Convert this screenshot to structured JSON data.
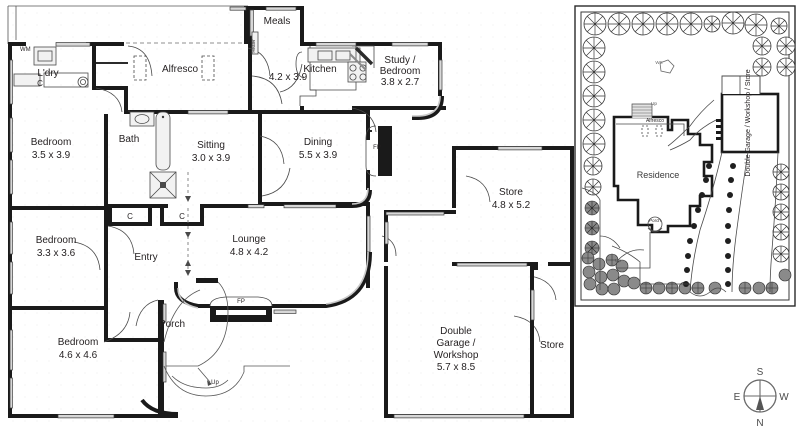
{
  "document": {
    "type": "floor-plan",
    "background": "#ffffff",
    "ink": "#1a1a1a"
  },
  "floorplan": {
    "rooms": [
      {
        "id": "ldry",
        "name": "L'dry",
        "dim": ""
      },
      {
        "id": "alfresco",
        "name": "Alfresco",
        "dim": ""
      },
      {
        "id": "meals",
        "name": "Meals",
        "dim": "4.2 x 3.9"
      },
      {
        "id": "kitchen",
        "name": "Kitchen",
        "dim": ""
      },
      {
        "id": "study",
        "name": "Study /",
        "name2": "Bedroom",
        "dim": "3.8 x 2.7"
      },
      {
        "id": "bedroom1",
        "name": "Bedroom",
        "dim": "3.5 x 3.9"
      },
      {
        "id": "bath",
        "name": "Bath",
        "dim": ""
      },
      {
        "id": "sitting",
        "name": "Sitting",
        "dim": "3.0 x 3.9"
      },
      {
        "id": "dining",
        "name": "Dining",
        "dim": "5.5 x 3.9"
      },
      {
        "id": "bedroom2",
        "name": "Bedroom",
        "dim": "3.3 x 3.6"
      },
      {
        "id": "entry",
        "name": "Entry",
        "dim": ""
      },
      {
        "id": "lounge",
        "name": "Lounge",
        "dim": "4.8 x 4.2"
      },
      {
        "id": "bedroom3",
        "name": "Bedroom",
        "dim": "4.6 x 4.6"
      },
      {
        "id": "porch",
        "name": "Porch",
        "dim": ""
      },
      {
        "id": "store1",
        "name": "Store",
        "dim": "4.8 x 5.2"
      },
      {
        "id": "garage",
        "name": "Double",
        "name2": "Garage /",
        "name3": "Workshop",
        "dim": "5.7 x 8.5"
      },
      {
        "id": "store2",
        "name": "Store",
        "dim": ""
      }
    ],
    "markers": {
      "washing_machine": "WM",
      "closet": "C",
      "fireplace": "FP",
      "stairs_up": "Up",
      "heater": "Heater"
    }
  },
  "siteplan": {
    "labels": {
      "residence": "Residence",
      "alfresco": "Alfresco",
      "porch": "Porch",
      "wc": "WC",
      "up": "Up",
      "up2": "Up",
      "garage": "Double Garage / Workshop / Store"
    }
  },
  "compass": {
    "north": "N",
    "south": "S",
    "east": "E",
    "west": "W"
  }
}
